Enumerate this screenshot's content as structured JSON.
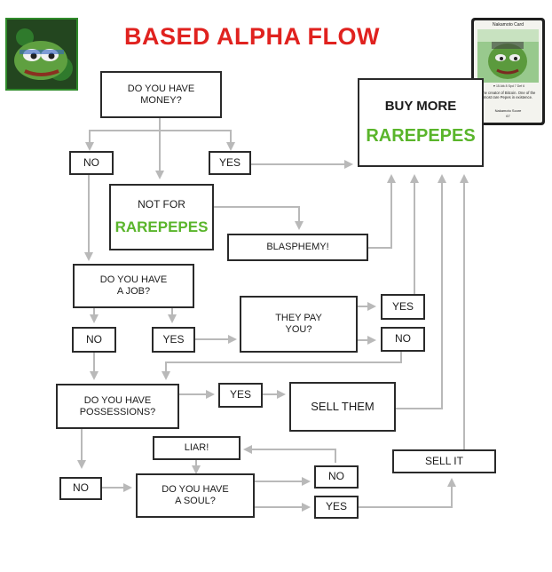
{
  "title": "BASED ALPHA FLOW",
  "nodes": {
    "money": [
      "DO YOU HAVE",
      "MONEY?"
    ],
    "no1": "NO",
    "yes1": "YES",
    "not_for": "NOT FOR",
    "not_for_green": "RAREPEPES",
    "blasphemy": "BLASPHEMY!",
    "buy_more": "BUY MORE",
    "buy_more_green": "RAREPEPES",
    "job": [
      "DO YOU HAVE",
      "A JOB?"
    ],
    "no2": "NO",
    "yes2": "YES",
    "they_pay": [
      "THEY PAY",
      "YOU?"
    ],
    "yes3": "YES",
    "no3": "NO",
    "possessions": [
      "DO YOU HAVE",
      "POSSESSIONS?"
    ],
    "yes4": "YES",
    "sell_them": "SELL THEM",
    "liar": "LIAR!",
    "no4": "NO",
    "soul": [
      "DO YOU HAVE",
      "A SOUL?"
    ],
    "no5": "NO",
    "yes5": "YES",
    "sell_it": "SELL IT"
  },
  "card": {
    "name": "Nakamoto Card",
    "stats": "♥ 15  Atk 8  Spd 7  Def 6",
    "description": "The creator of Bitcoin. One of the most rare Pepes in existence.",
    "footer": "Nakamoto Score",
    "number": "67"
  },
  "colors": {
    "title": "#e0221f",
    "green": "#5ab52b",
    "arrow": "#b9b9b9",
    "border": "#2a2a2a"
  }
}
